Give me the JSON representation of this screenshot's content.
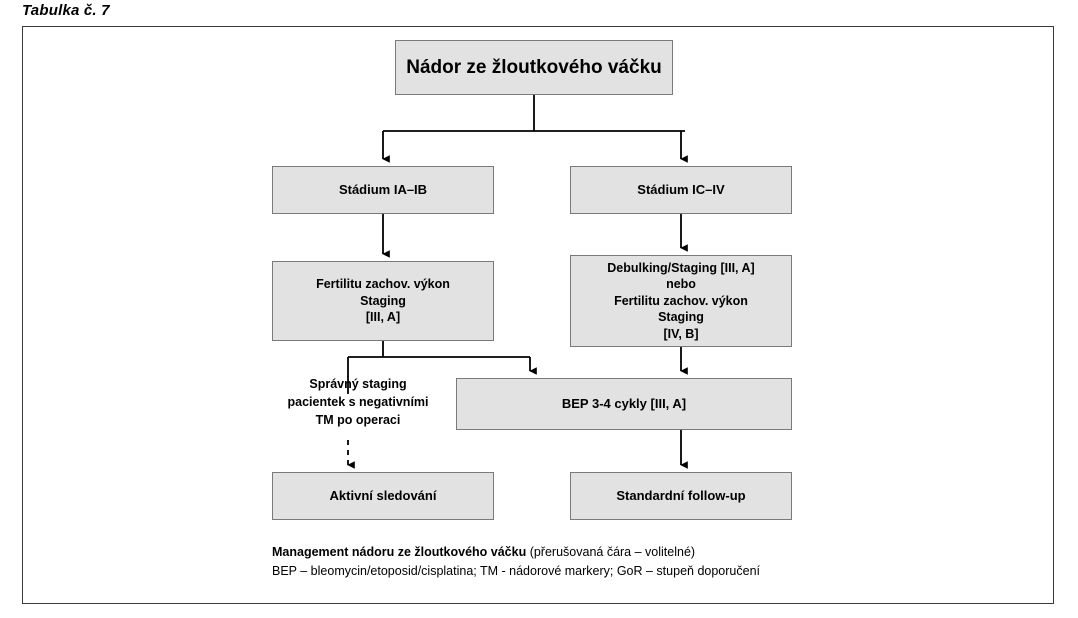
{
  "caption": "Tabulka č. 7",
  "colors": {
    "node_fill": "#e2e2e2",
    "node_border": "#7a7a7a",
    "frame_border": "#3a3a3a",
    "connector": "#000000",
    "text": "#000000"
  },
  "nodes": {
    "title": {
      "lines": [
        "Nádor ze žloutkového váčku"
      ]
    },
    "stage_left": {
      "lines": [
        "Stádium IA–IB"
      ]
    },
    "stage_right": {
      "lines": [
        "Stádium IC–IV"
      ]
    },
    "treat_left": {
      "lines": [
        "Fertilitu zachov. výkon",
        "Staging",
        "[III, A]"
      ]
    },
    "treat_right": {
      "lines": [
        "Debulking/Staging [III, A]",
        "nebo",
        "Fertilitu zachov. výkon",
        "Staging",
        "[IV, B]"
      ]
    },
    "bep": {
      "lines": [
        "BEP 3-4 cykly [III, A]"
      ]
    },
    "followup_left": {
      "lines": [
        "Aktivní sledování"
      ]
    },
    "followup_right": {
      "lines": [
        "Standardní follow-up"
      ]
    }
  },
  "annotation": {
    "lines": [
      "Správný staging",
      "pacientek s negativními",
      "TM po operaci"
    ]
  },
  "legend": {
    "line1_bold": "Management nádoru ze žloutkového váčku",
    "line1_rest": " (přerušovaná čára – volitelné)",
    "line2": "BEP – bleomycin/etoposid/cisplatina; TM - nádorové markery; GoR – stupeň doporučení"
  }
}
